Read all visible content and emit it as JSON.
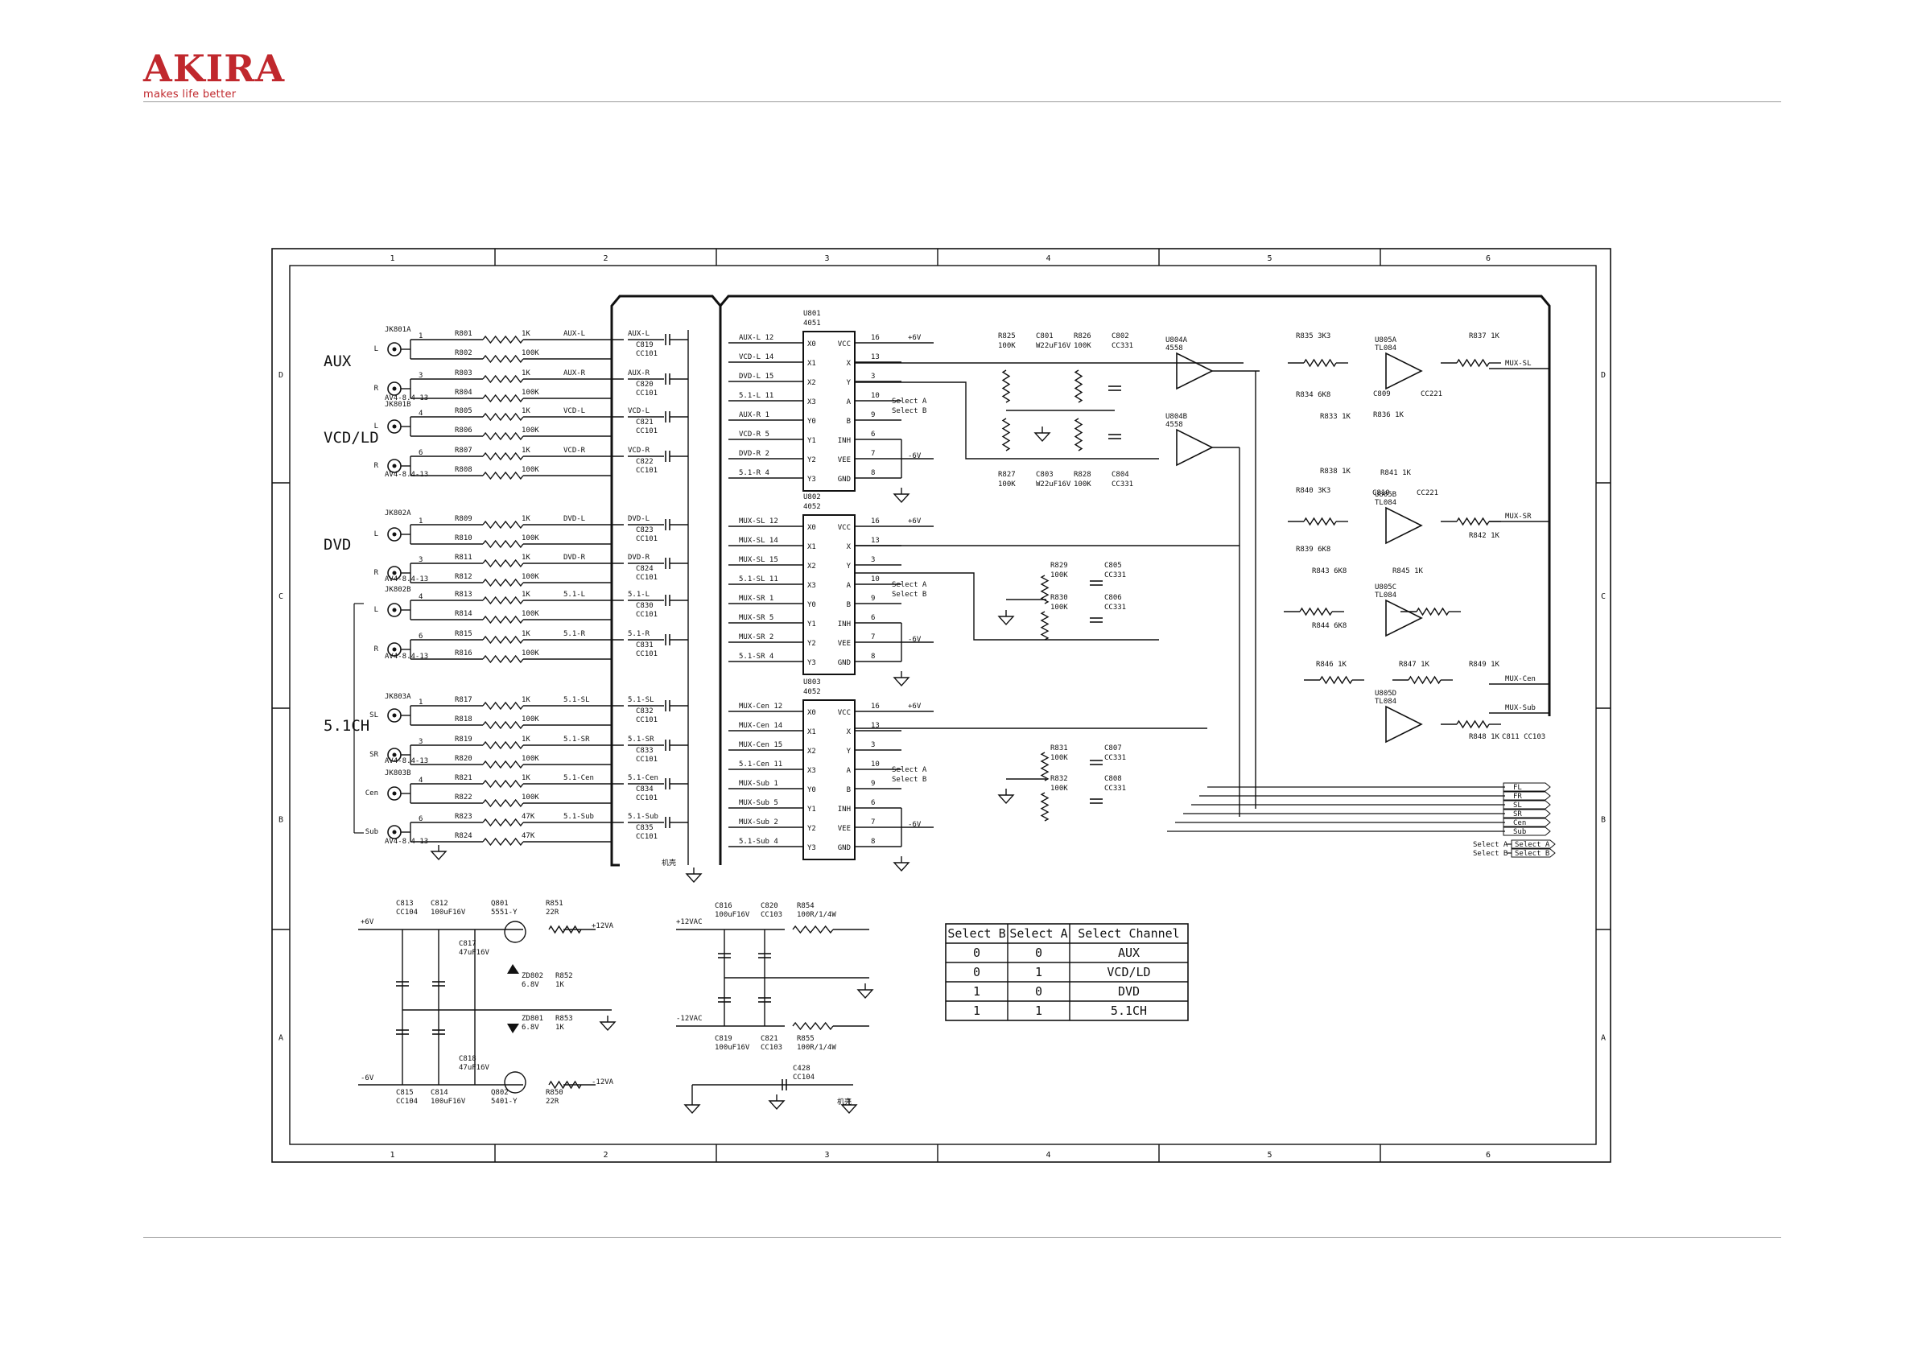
{
  "header": {
    "brand": "AKIRA",
    "tagline": "makes life better"
  },
  "frame": {
    "columns": [
      "1",
      "2",
      "3",
      "4",
      "5",
      "6"
    ],
    "rows": [
      "D",
      "C",
      "B",
      "A"
    ]
  },
  "sections": [
    "AUX",
    "VCD/LD",
    "DVD",
    "5.1CH"
  ],
  "jacks": [
    "JK801A",
    "JK801B",
    "JK802A",
    "JK802B",
    "JK803A",
    "JK803B"
  ],
  "jack_parts": [
    "AV4-8.4-13",
    "AV4-8.4-13",
    "AV4-8.4-13",
    "AV4-8.4-13",
    "AV4-8.4-13",
    "AV4-8.4-13"
  ],
  "channels": [
    {
      "pin": "1",
      "side": "L",
      "res": "R801",
      "val": "1K",
      "net": "AUX-L",
      "gnd": "R802",
      "gval": "100K",
      "cap": "C819",
      "cval": "CC101"
    },
    {
      "pin": "3",
      "side": "R",
      "res": "R803",
      "val": "1K",
      "net": "AUX-R",
      "gnd": "R804",
      "gval": "100K",
      "cap": "C820",
      "cval": "CC101"
    },
    {
      "pin": "4",
      "side": "L",
      "res": "R805",
      "val": "1K",
      "net": "VCD-L",
      "gnd": "R806",
      "gval": "100K",
      "cap": "C821",
      "cval": "CC101"
    },
    {
      "pin": "6",
      "side": "R",
      "res": "R807",
      "val": "1K",
      "net": "VCD-R",
      "gnd": "R808",
      "gval": "100K",
      "cap": "C822",
      "cval": "CC101"
    },
    {
      "pin": "1",
      "side": "L",
      "res": "R809",
      "val": "1K",
      "net": "DVD-L",
      "gnd": "R810",
      "gval": "100K",
      "cap": "C823",
      "cval": "CC101"
    },
    {
      "pin": "3",
      "side": "R",
      "res": "R811",
      "val": "1K",
      "net": "DVD-R",
      "gnd": "R812",
      "gval": "100K",
      "cap": "C824",
      "cval": "CC101"
    },
    {
      "pin": "4",
      "side": "L",
      "res": "R813",
      "val": "1K",
      "net": "5.1-L",
      "gnd": "R814",
      "gval": "100K",
      "cap": "C830",
      "cval": "CC101"
    },
    {
      "pin": "6",
      "side": "R",
      "res": "R815",
      "val": "1K",
      "net": "5.1-R",
      "gnd": "R816",
      "gval": "100K",
      "cap": "C831",
      "cval": "CC101"
    },
    {
      "pin": "1",
      "side": "SL",
      "res": "R817",
      "val": "1K",
      "net": "5.1-SL",
      "gnd": "R818",
      "gval": "100K",
      "cap": "C832",
      "cval": "CC101"
    },
    {
      "pin": "3",
      "side": "SR",
      "res": "R819",
      "val": "1K",
      "net": "5.1-SR",
      "gnd": "R820",
      "gval": "100K",
      "cap": "C833",
      "cval": "CC101"
    },
    {
      "pin": "4",
      "side": "Cen",
      "res": "R821",
      "val": "1K",
      "net": "5.1-Cen",
      "gnd": "R822",
      "gval": "100K",
      "cap": "C834",
      "cval": "CC101"
    },
    {
      "pin": "6",
      "side": "Sub",
      "res": "R823",
      "val": "47K",
      "net": "5.1-Sub",
      "gnd": "R824",
      "gval": "47K",
      "cap": "C835",
      "cval": "CC101"
    }
  ],
  "muxes": [
    {
      "ref": "U801",
      "part": "4051",
      "inputs": [
        "AUX-L 12",
        "VCD-L 14",
        "DVD-L 15",
        "5.1-L 11",
        "AUX-R 1",
        "VCD-R 5",
        "DVD-R 2",
        "5.1-R 4"
      ]
    },
    {
      "ref": "U802",
      "part": "4052",
      "inputs": [
        "MUX-SL 12",
        "MUX-SL 14",
        "MUX-SL 15",
        "5.1-SL 11",
        "MUX-SR 1",
        "MUX-SR 5",
        "MUX-SR 2",
        "5.1-SR 4"
      ]
    },
    {
      "ref": "U803",
      "part": "4052",
      "inputs": [
        "MUX-Cen 12",
        "MUX-Cen 14",
        "MUX-Cen 15",
        "5.1-Cen 11",
        "MUX-Sub 1",
        "MUX-Sub 5",
        "MUX-Sub 2",
        "5.1-Sub 4"
      ]
    }
  ],
  "mux_pins_left": [
    "X0",
    "X1",
    "X2",
    "X3",
    "Y0",
    "Y1",
    "Y2",
    "Y3"
  ],
  "mux_pins_right": [
    "VCC",
    "X",
    "Y",
    "A",
    "B",
    "INH",
    "VEE",
    "GND"
  ],
  "mux_pin_numbers": [
    "16",
    "13",
    "3",
    "10",
    "9",
    "6",
    "7",
    "8"
  ],
  "mux_nets": [
    "+6V",
    "Select A",
    "Select B",
    "-6V"
  ],
  "opamps": [
    {
      "ref": "U804A",
      "part": "4558"
    },
    {
      "ref": "U804B",
      "part": "4558"
    },
    {
      "ref": "U805A",
      "part": "TL084"
    },
    {
      "ref": "U805B",
      "part": "TL084"
    },
    {
      "ref": "U805C",
      "part": "TL084"
    },
    {
      "ref": "U805D",
      "part": "TL084"
    }
  ],
  "mid_parts": [
    "R825 100K",
    "C801 W22uF16V",
    "R826 100K",
    "C802 CC331",
    "R827 100K",
    "C803 W22uF16V",
    "R828 100K",
    "C804 CC331",
    "R829 100K",
    "C805 CC331",
    "R830 100K",
    "C806 CC331",
    "R831 100K",
    "C807 CC331",
    "R832 100K",
    "C808 CC331"
  ],
  "right_parts": [
    "R835 3K3",
    "R837 1K",
    "R834 6K8",
    "C809",
    "CC221",
    "R836 1K",
    "R833 1K",
    "R838 1K",
    "R841 1K",
    "R840 3K3",
    "C810",
    "CC221",
    "R839 6K8",
    "R842 1K",
    "R843 6K8",
    "R845 1K",
    "R844 6K8",
    "R846 1K",
    "R847 1K",
    "R849 1K",
    "R848 1K",
    "C811 CC103"
  ],
  "outputs": [
    "MUX-SL",
    "MUX-SR",
    "MUX-Cen",
    "MUX-Sub"
  ],
  "connector_pins": [
    "FL",
    "FR",
    "SL",
    "SR",
    "Cen",
    "Sub"
  ],
  "select_lines": [
    "Select A",
    "Select B"
  ],
  "power": {
    "rails": [
      "+6V",
      "-6V",
      "+12VA",
      "-12VA",
      "+12VAC",
      "-12VAC"
    ],
    "parts": [
      "C813 CC104",
      "C812 100uF16V",
      "Q801 5551-Y",
      "R851 22R",
      "C817 47uF16V",
      "ZD802 6.8V",
      "R852 1K",
      "ZD801 6.8V",
      "R853 1K",
      "C818 47uF16V",
      "C815 CC104",
      "C814 100uF16V",
      "Q802 5401-Y",
      "R850 22R",
      "C816 100uF16V",
      "C820 CC103",
      "R854 100R/1/4W",
      "C819 100uF16V",
      "C821 CC103",
      "R855 100R/1/4W",
      "C428 CC104"
    ],
    "chassis_label": "机壳"
  },
  "truth_table": {
    "headers": [
      "Select B",
      "Select A",
      "Select Channel"
    ],
    "rows": [
      [
        "0",
        "0",
        "AUX"
      ],
      [
        "0",
        "1",
        "VCD/LD"
      ],
      [
        "1",
        "0",
        "DVD"
      ],
      [
        "1",
        "1",
        "5.1CH"
      ]
    ]
  }
}
